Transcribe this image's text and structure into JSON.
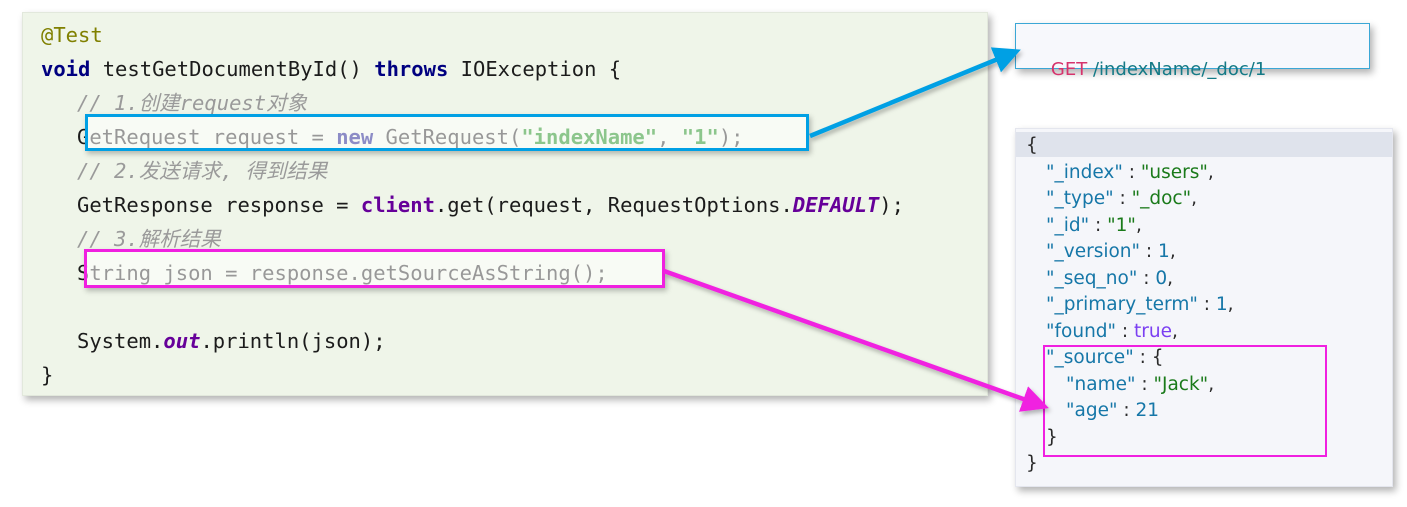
{
  "code_panel": {
    "language": "java",
    "lines": [
      {
        "indent": 0,
        "tokens": [
          {
            "t": "@Test",
            "c": "ann"
          }
        ]
      },
      {
        "indent": 0,
        "tokens": [
          {
            "t": "void",
            "c": "kw"
          },
          {
            "t": " testGetDocumentById() ",
            "c": "plain"
          },
          {
            "t": "throws",
            "c": "kw"
          },
          {
            "t": " IOException {",
            "c": "plain"
          }
        ]
      },
      {
        "indent": 1,
        "tokens": [
          {
            "t": "// 1.创建request对象",
            "c": "comment"
          }
        ]
      },
      {
        "indent": 1,
        "tokens": [
          {
            "t": "GetRequest request = ",
            "c": "plain"
          },
          {
            "t": "new",
            "c": "kw"
          },
          {
            "t": " GetRequest(",
            "c": "plain"
          },
          {
            "t": "\"indexName\"",
            "c": "str"
          },
          {
            "t": ", ",
            "c": "plain"
          },
          {
            "t": "\"1\"",
            "c": "str"
          },
          {
            "t": ");",
            "c": "plain"
          }
        ]
      },
      {
        "indent": 1,
        "tokens": [
          {
            "t": "// 2.发送请求, 得到结果",
            "c": "comment"
          }
        ]
      },
      {
        "indent": 1,
        "tokens": [
          {
            "t": "GetResponse response = ",
            "c": "plain"
          },
          {
            "t": "client",
            "c": "field"
          },
          {
            "t": ".get(request, RequestOptions.",
            "c": "plain"
          },
          {
            "t": "DEFAULT",
            "c": "static"
          },
          {
            "t": ");",
            "c": "plain"
          }
        ]
      },
      {
        "indent": 1,
        "tokens": [
          {
            "t": "// 3.解析结果",
            "c": "comment"
          }
        ]
      },
      {
        "indent": 1,
        "tokens": [
          {
            "t": "String json = response.getSourceAsString();",
            "c": "plain"
          }
        ]
      },
      {
        "indent": 0,
        "tokens": []
      },
      {
        "indent": 1,
        "tokens": [
          {
            "t": "System.",
            "c": "plain"
          },
          {
            "t": "out",
            "c": "static"
          },
          {
            "t": ".println(json);",
            "c": "plain"
          }
        ]
      },
      {
        "indent": 0,
        "tokens": [
          {
            "t": "}",
            "c": "plain"
          }
        ]
      }
    ]
  },
  "get_request": {
    "verb": "GET",
    "path": "/indexName/_doc/1"
  },
  "json_result": {
    "lines": [
      {
        "indent": 0,
        "tokens": [
          {
            "t": "{",
            "c": "punct"
          }
        ]
      },
      {
        "indent": 1,
        "tokens": [
          {
            "t": "\"_index\"",
            "c": "key"
          },
          {
            "t": " : ",
            "c": "punct"
          },
          {
            "t": "\"users\"",
            "c": "str"
          },
          {
            "t": ",",
            "c": "punct"
          }
        ]
      },
      {
        "indent": 1,
        "tokens": [
          {
            "t": "\"_type\"",
            "c": "key"
          },
          {
            "t": " : ",
            "c": "punct"
          },
          {
            "t": "\"_doc\"",
            "c": "str"
          },
          {
            "t": ",",
            "c": "punct"
          }
        ]
      },
      {
        "indent": 1,
        "tokens": [
          {
            "t": "\"_id\"",
            "c": "key"
          },
          {
            "t": " : ",
            "c": "punct"
          },
          {
            "t": "\"1\"",
            "c": "str"
          },
          {
            "t": ",",
            "c": "punct"
          }
        ]
      },
      {
        "indent": 1,
        "tokens": [
          {
            "t": "\"_version\"",
            "c": "key"
          },
          {
            "t": " : ",
            "c": "punct"
          },
          {
            "t": "1",
            "c": "num"
          },
          {
            "t": ",",
            "c": "punct"
          }
        ]
      },
      {
        "indent": 1,
        "tokens": [
          {
            "t": "\"_seq_no\"",
            "c": "key"
          },
          {
            "t": " : ",
            "c": "punct"
          },
          {
            "t": "0",
            "c": "num"
          },
          {
            "t": ",",
            "c": "punct"
          }
        ]
      },
      {
        "indent": 1,
        "tokens": [
          {
            "t": "\"_primary_term\"",
            "c": "key"
          },
          {
            "t": " : ",
            "c": "punct"
          },
          {
            "t": "1",
            "c": "num"
          },
          {
            "t": ",",
            "c": "punct"
          }
        ]
      },
      {
        "indent": 1,
        "tokens": [
          {
            "t": "\"found\"",
            "c": "key"
          },
          {
            "t": " : ",
            "c": "punct"
          },
          {
            "t": "true",
            "c": "bool"
          },
          {
            "t": ",",
            "c": "punct"
          }
        ]
      },
      {
        "indent": 1,
        "tokens": [
          {
            "t": "\"_source\"",
            "c": "key"
          },
          {
            "t": " : ",
            "c": "punct"
          },
          {
            "t": "{",
            "c": "punct"
          }
        ]
      },
      {
        "indent": 2,
        "tokens": [
          {
            "t": "\"name\"",
            "c": "key"
          },
          {
            "t": " : ",
            "c": "punct"
          },
          {
            "t": "\"Jack\"",
            "c": "str"
          },
          {
            "t": ",",
            "c": "punct"
          }
        ]
      },
      {
        "indent": 2,
        "tokens": [
          {
            "t": "\"age\"",
            "c": "key"
          },
          {
            "t": " : ",
            "c": "punct"
          },
          {
            "t": "21",
            "c": "num"
          }
        ]
      },
      {
        "indent": 1,
        "tokens": [
          {
            "t": "}",
            "c": "punct"
          }
        ]
      },
      {
        "indent": 0,
        "tokens": [
          {
            "t": "}",
            "c": "punct"
          }
        ]
      }
    ],
    "values": {
      "_index": "users",
      "_type": "_doc",
      "_id": "1",
      "_version": 1,
      "_seq_no": 0,
      "_primary_term": 1,
      "found": true,
      "_source": {
        "name": "Jack",
        "age": 21
      }
    }
  },
  "annotations": {
    "cyan": {
      "color": "#00a0e4",
      "source_label": "GetRequest request = new GetRequest(\"indexName\", \"1\");",
      "target_label": "GET /indexName/_doc/1"
    },
    "magenta": {
      "color": "#f020e0",
      "source_label": "String json = response.getSourceAsString();",
      "target_label": "\"_source\" : { \"name\" : \"Jack\", \"age\" : 21 }"
    }
  },
  "colors": {
    "code_background": "#eff5e9",
    "json_background": "#f5f6fa",
    "get_background": "#f7f8fc",
    "cyan_accent": "#00a0e4",
    "magenta_accent": "#f020e0",
    "annotation": "#808000",
    "keyword": "#000080",
    "string": "#008000",
    "comment": "#9a9a9a",
    "static_field": "#660099",
    "json_key": "#1677a8",
    "json_string": "#1a7a1a",
    "json_boolean": "#7b3ff2",
    "http_verb": "#d6336c",
    "http_path": "#157a86"
  }
}
